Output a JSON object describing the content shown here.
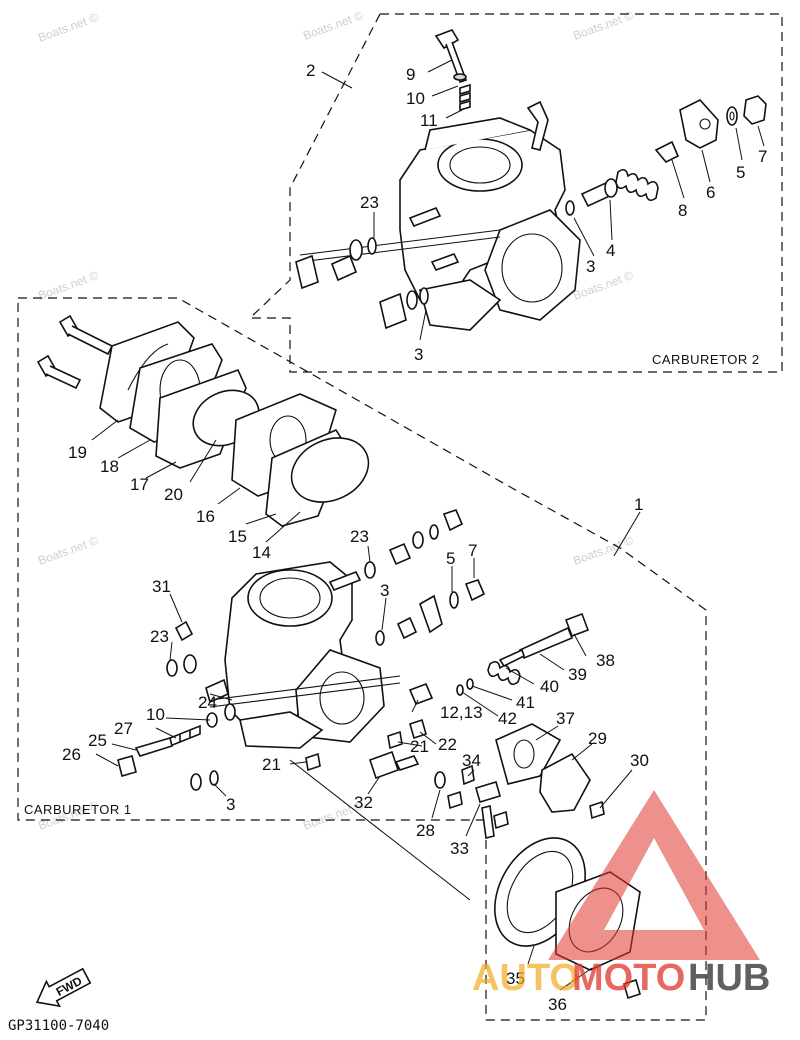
{
  "boxes": {
    "carburetor_2": "CARBURETOR 2",
    "carburetor_1": "CARBURETOR 1"
  },
  "callouts": {
    "c1": "1",
    "c2": "2",
    "c3a": "3",
    "c3b": "3",
    "c3c": "3",
    "c3d": "3",
    "c4": "4",
    "c5a": "5",
    "c5b": "5",
    "c6": "6",
    "c7a": "7",
    "c7b": "7",
    "c8": "8",
    "c9": "9",
    "c10a": "10",
    "c10b": "10",
    "c11": "11",
    "c12_13": "12,13",
    "c14": "14",
    "c15": "15",
    "c16": "16",
    "c17": "17",
    "c18": "18",
    "c19": "19",
    "c20": "20",
    "c21a": "21",
    "c21b": "21",
    "c22": "22",
    "c23a": "23",
    "c23b": "23",
    "c23c": "23",
    "c24": "24",
    "c25": "25",
    "c26": "26",
    "c27": "27",
    "c28": "28",
    "c29": "29",
    "c30": "30",
    "c31": "31",
    "c32": "32",
    "c33": "33",
    "c34": "34",
    "c35": "35",
    "c36": "36",
    "c37": "37",
    "c38": "38",
    "c39": "39",
    "c40": "40",
    "c41": "41",
    "c42": "42"
  },
  "fwd_label": "FWD",
  "drawing_code": "GP31100-7040",
  "watermark": "Boats.net ©",
  "logo": {
    "text_auto": "AUTO",
    "text_moto": "MOTO",
    "text_hub": "HUB",
    "red": "#e0342c",
    "gray": "#444444"
  }
}
